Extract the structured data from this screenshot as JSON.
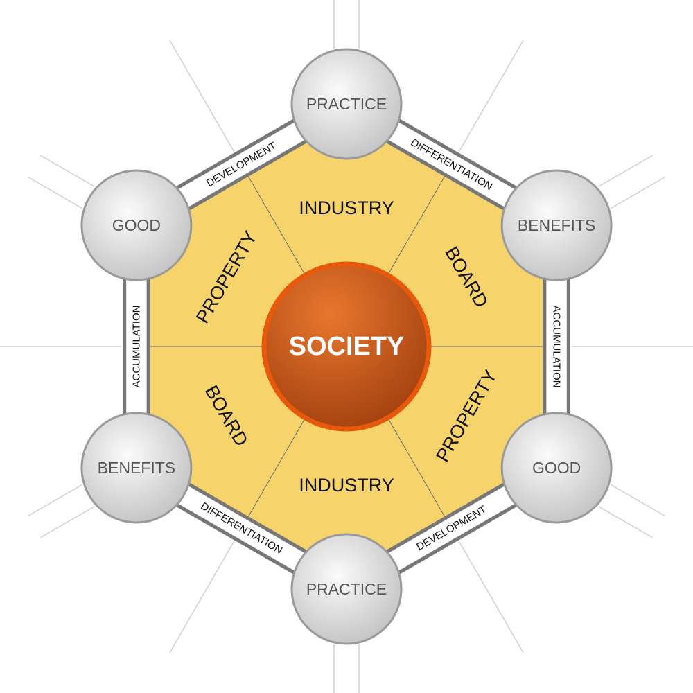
{
  "center": {
    "label": "SOCIETY"
  },
  "segments": [
    "INDUSTRY",
    "BOARD",
    "PROPERTY",
    "INDUSTRY",
    "BOARD",
    "PROPERTY"
  ],
  "nodes": [
    "PRACTICE",
    "BENEFITS",
    "GOOD",
    "PRACTICE",
    "BENEFITS",
    "GOOD"
  ],
  "links": [
    "DIFFERENTIATION",
    "ACCUMULATION",
    "DEVELOPMENT",
    "DIFFERENTIATION",
    "ACCUMULATION",
    "DEVELOPMENT"
  ],
  "colors": {
    "hex_fill": "#f6d36b",
    "band_border": "#777777",
    "center_stroke": "#e8590c",
    "center_fill": "#c2531a"
  }
}
